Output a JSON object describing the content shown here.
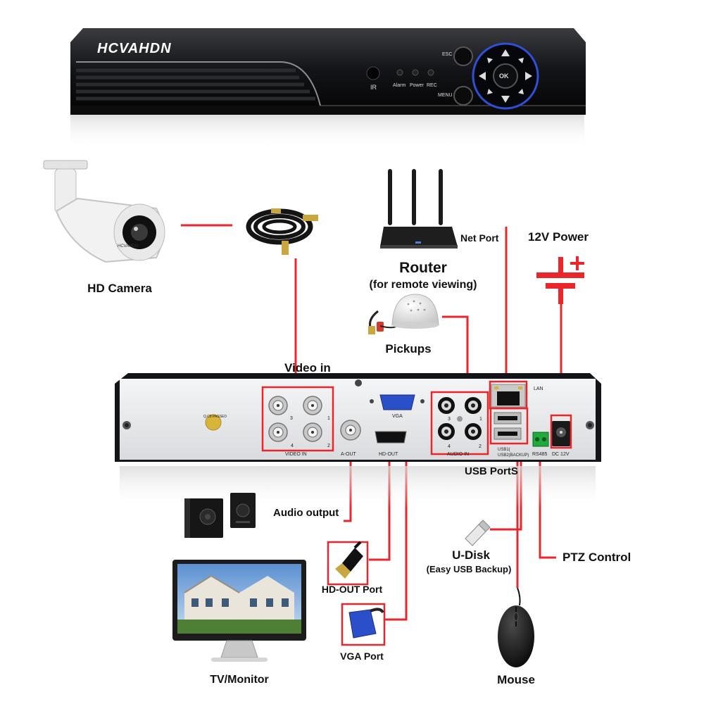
{
  "dvr": {
    "brand": "HCVAHDN",
    "front_labels": {
      "ir": "IR",
      "alarm": "Alarm",
      "power": "Power",
      "rec": "REC",
      "esc": "ESC",
      "menu": "MENU",
      "ok": "OK"
    },
    "rear_labels": {
      "video_in": "VIDEO IN",
      "a_out": "A-OUT",
      "vga": "VGA",
      "hd_out": "HD-OUT",
      "audio_in": "AUDIO IN",
      "lan": "LAN",
      "usb1": "USB1(",
      "usb2": "USB2(BACKUP)",
      "rs485": "RS485",
      "dc12v": "DC 12V",
      "qc": "Q.C8 PASSED"
    },
    "channel_numbers": [
      "3",
      "1",
      "4",
      "2"
    ]
  },
  "labels": {
    "hd_camera": "HD Camera",
    "router": "Router",
    "router_sub": "(for remote viewing)",
    "net_port": "Net Port",
    "power_12v": "12V Power",
    "pickups": "Pickups",
    "video_in": "Video in",
    "usb_ports": "USB PortS",
    "audio_output": "Audio output",
    "u_disk": "U-Disk",
    "u_disk_sub": "(Easy USB Backup)",
    "ptz_control": "PTZ Control",
    "hd_out_port": "HD-OUT Port",
    "vga_port": "VGA Port",
    "tv_monitor": "TV/Monitor",
    "mouse": "Mouse",
    "camera_brand": "HCVAHDN"
  },
  "colors": {
    "line": "#e8262b",
    "dvr_body": "#16171a",
    "rear_panel": "#e9eaec",
    "usb_blue": "#2b55d4"
  },
  "icons": [
    "camera-icon",
    "cable-coil-icon",
    "router-icon",
    "power-plus-icon",
    "microphone-icon",
    "speaker-icon",
    "monitor-icon",
    "hdmi-connector-icon",
    "vga-connector-icon",
    "usb-drive-icon",
    "mouse-icon"
  ]
}
